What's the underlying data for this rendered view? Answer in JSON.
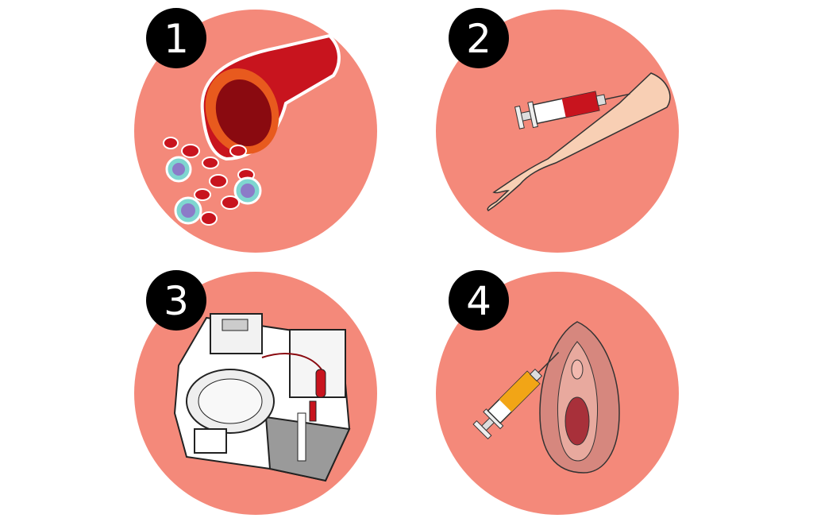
{
  "colors": {
    "panel": "#F4897A",
    "badge": "#000000",
    "blood": "#C8141E"
  },
  "steps": [
    {
      "number": "1",
      "icon": "blood-vessel-icon"
    },
    {
      "number": "2",
      "icon": "arm-blood-draw-icon"
    },
    {
      "number": "3",
      "icon": "centrifuge-machine-icon"
    },
    {
      "number": "4",
      "icon": "vulva-injection-icon"
    }
  ]
}
